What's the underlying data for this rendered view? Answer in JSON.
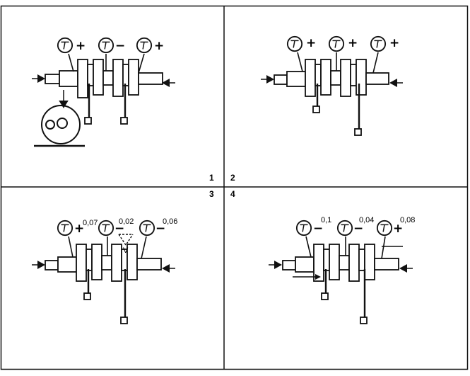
{
  "panels": [
    {
      "number": "1",
      "signs": [
        "+",
        "−",
        "+"
      ],
      "values": []
    },
    {
      "number": "2",
      "signs": [
        "+",
        "+",
        "+"
      ],
      "values": []
    },
    {
      "number": "3",
      "signs": [
        "+",
        "−",
        "−"
      ],
      "values": [
        "0,07",
        "0,02",
        "0,06"
      ]
    },
    {
      "number": "4",
      "signs": [
        "−",
        "−",
        "+"
      ],
      "values": [
        "0,1",
        "0,04",
        "0,08"
      ]
    }
  ],
  "colors": {
    "ink": "#111111",
    "paper": "#ffffff"
  }
}
